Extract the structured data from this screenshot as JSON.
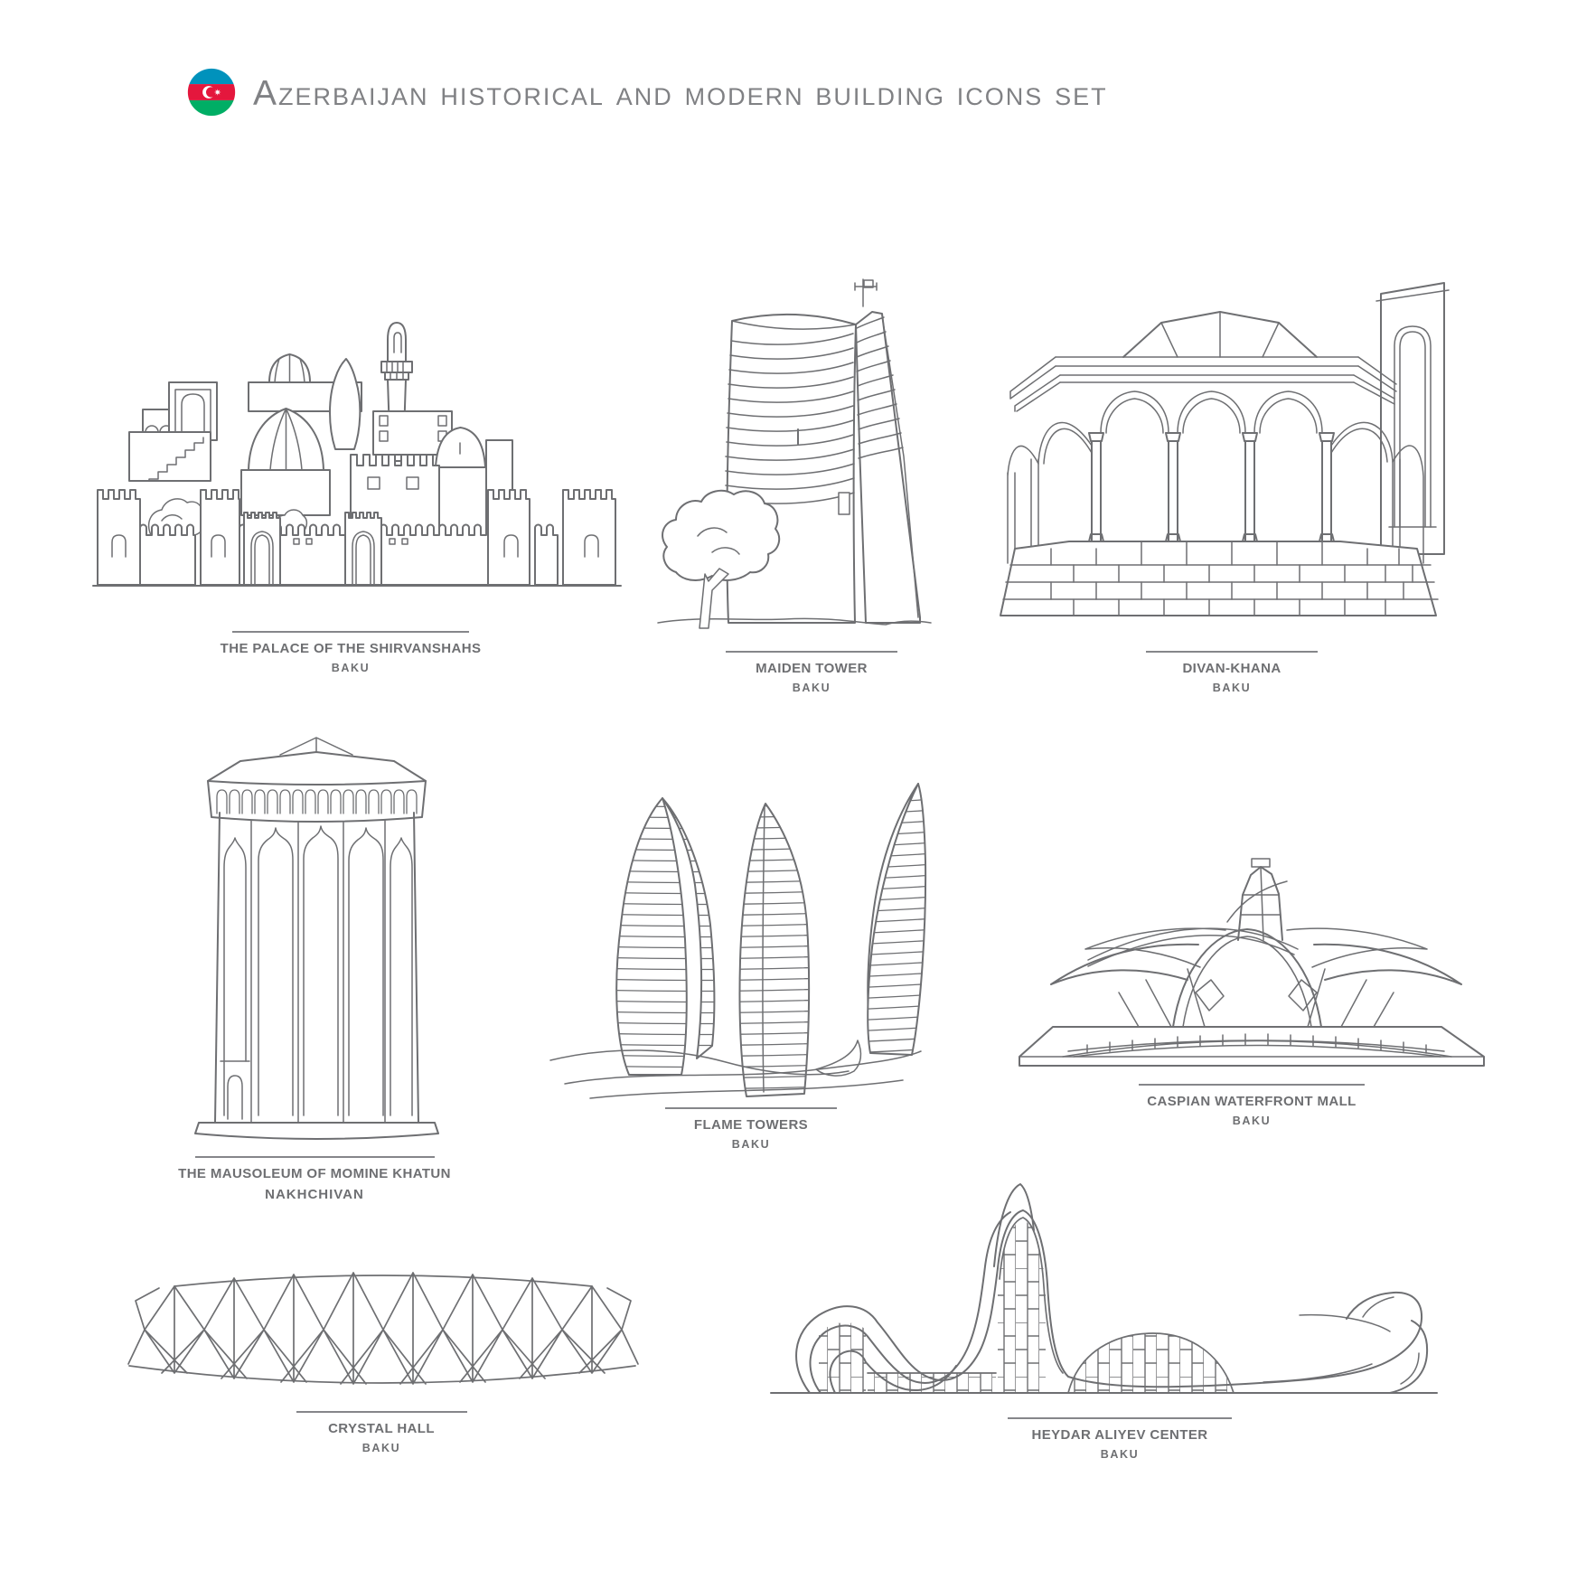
{
  "header": {
    "title": "Azerbaijan historical and modern building icons set",
    "flag_icon": "azerbaijan-flag"
  },
  "palette": {
    "background": "#ffffff",
    "line": "#6e6f72",
    "label_text": "#6e6f72",
    "divider": "#85868a",
    "flag_blue": "#0092BC",
    "flag_red": "#E4173D",
    "flag_green": "#00AE65",
    "flag_crescent": "#FFFFFF"
  },
  "icons": [
    {
      "id": "palace-of-the-shirvanshahs",
      "name": "THE PALACE OF THE SHIRVANSHAHS",
      "city": "BAKU"
    },
    {
      "id": "maiden-tower",
      "name": "MAIDEN TOWER",
      "city": "BAKU"
    },
    {
      "id": "divan-khana",
      "name": "DIVAN-KHANA",
      "city": "BAKU"
    },
    {
      "id": "mausoleum-of-momine-khatun",
      "name": "THE MAUSOLEUM OF MOMINE KHATUN",
      "city": "NAKHCHIVAN"
    },
    {
      "id": "flame-towers",
      "name": "FLAME TOWERS",
      "city": "BAKU"
    },
    {
      "id": "caspian-waterfront-mall",
      "name": "CASPIAN WATERFRONT MALL",
      "city": "BAKU"
    },
    {
      "id": "crystal-hall",
      "name": "CRYSTAL HALL",
      "city": "BAKU"
    },
    {
      "id": "heydar-aliyev-center",
      "name": "HEYDAR ALIYEV CENTER",
      "city": "BAKU"
    }
  ]
}
